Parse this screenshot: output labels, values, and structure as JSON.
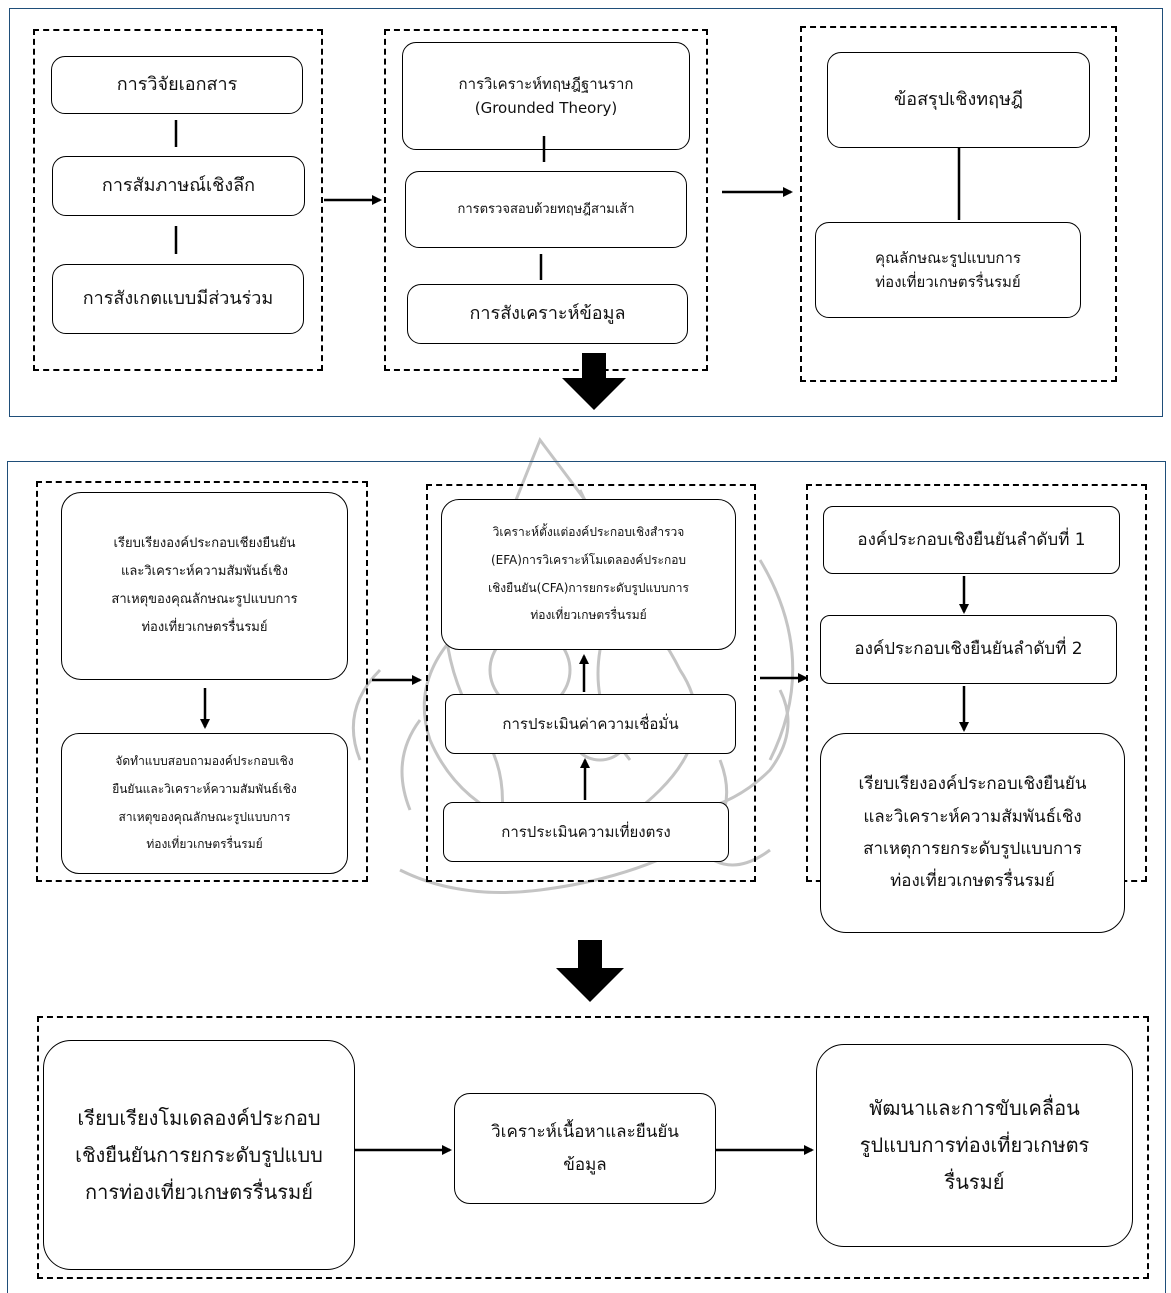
{
  "section1": {
    "left": {
      "doc_research": "การวิจัยเอกสาร",
      "in_depth_interview": "การสัมภาษณ์เชิงลึก",
      "participant_observation": "การสังเกตแบบมีส่วนร่วม"
    },
    "middle": {
      "grounded_theory": "การวิเคราะห์ทฤษฎีฐานราก\n(Grounded Theory)",
      "triangulation": "การตรวจสอบด้วยทฤษฎีสามเส้า",
      "synthesis": "การสังเคราะห์ข้อมูล"
    },
    "right": {
      "theory_conclusion": "ข้อสรุปเชิงทฤษฎี",
      "characteristics": "คุณลักษณะรูปแบบการ\nท่องเที่ยวเกษตรรื่นรมย์"
    }
  },
  "section2": {
    "left": {
      "arrange": "เรียบเรียงองค์ประกอบเชียงยืนยัน\nและวิเคราะห์ความสัมพันธ์เชิง\nสาเหตุของคุณลักษณะรูปแบบการ\nท่องเที่ยวเกษตรรื่นรมย์",
      "questionnaire": "จัดทำแบบสอบถามองค์ประกอบเชิง\nยืนยันและวิเคราะห์ความสัมพันธ์เชิง\nสาเหตุของคุณลักษณะรูปแบบการ\nท่องเที่ยวเกษตรรื่นรมย์"
    },
    "middle": {
      "efa_cfa": "วิเคราะห์ตั้งแต่องค์ประกอบเชิงสำรวจ\n(EFA)การวิเคราะห์โมเดลองค์ประกอบ\nเชิงยืนยัน(CFA)การยกระดับรูปแบบการ\nท่องเที่ยวเกษตรรื่นรมย์",
      "reliability": "การประเมินค่าความเชื่อมั่น",
      "validity": "การประเมินความเที่ยงตรง"
    },
    "right": {
      "first_order": "องค์ประกอบเชิงยืนยันลำดับที่ 1",
      "second_order": "องค์ประกอบเชิงยืนยันลำดับที่ 2",
      "arrange_causal": "เรียบเรียงองค์ประกอบเชิงยืนยัน\nและวิเคราะห์ความสัมพันธ์เชิง\nสาเหตุการยกระดับรูปแบบการ\nท่องเที่ยวเกษตรรื่นรมย์"
    }
  },
  "section3": {
    "model": "เรียบเรียงโมเดลองค์ประกอบ\nเชิงยืนยันการยกระดับรูปแบบ\nการท่องเที่ยวเกษตรรื่นรมย์",
    "content_analysis": "วิเคราะห์เนื้อหาและยืนยัน\nข้อมูล",
    "develop": "พัฒนาและการขับเคลื่อน\nรูปแบบการท่องเที่ยวเกษตร\nรื่นรมย์"
  },
  "colors": {
    "panel_border": "#1f4e79",
    "watermark": "#bdbdbd"
  }
}
